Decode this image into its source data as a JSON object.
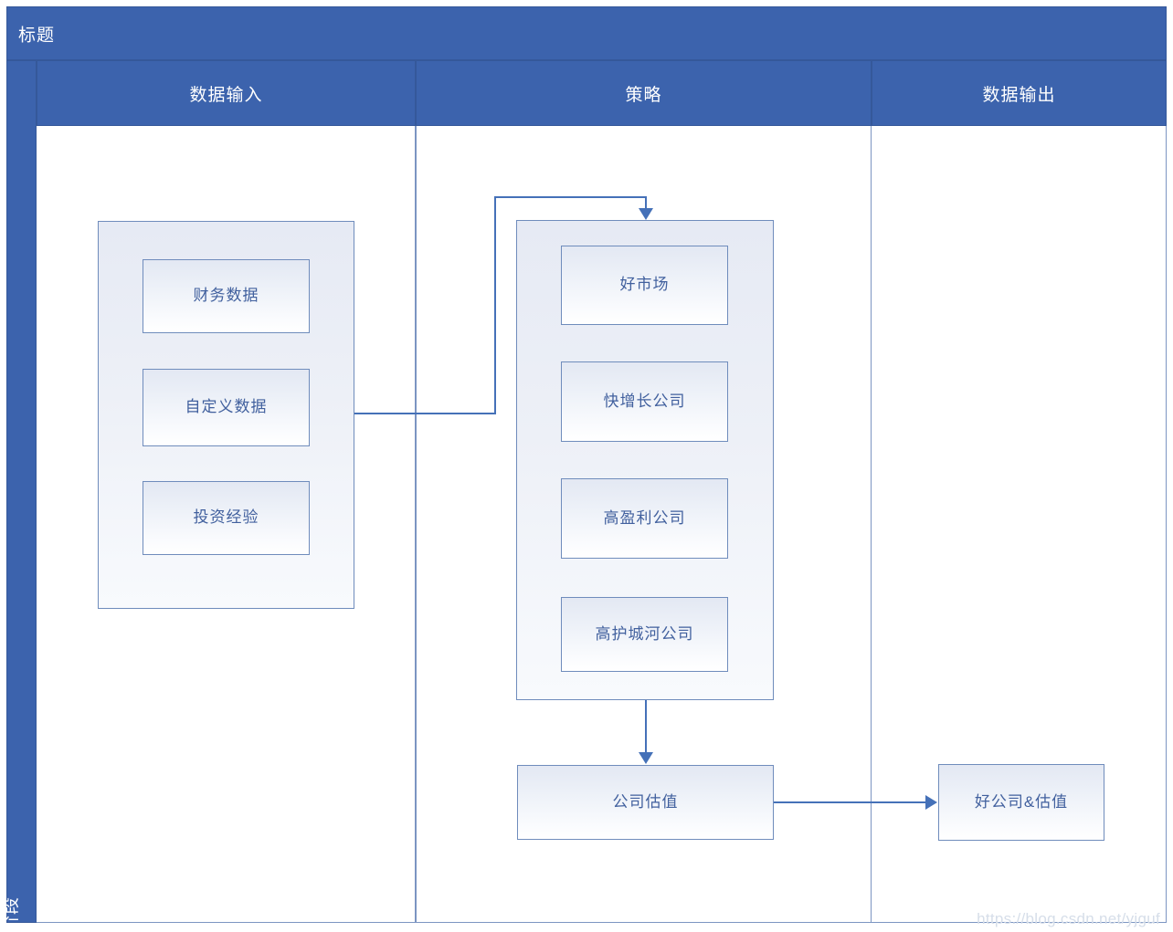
{
  "diagram": {
    "title": "标题",
    "phase_label": "阶段",
    "watermark": "https://blog.csdn.net/yjguf",
    "colors": {
      "header_blue": "#3C63AD",
      "header_border": "#35589A",
      "lane_border": "#7C95C2",
      "node_border": "#6F8CBC",
      "node_text": "#41609E",
      "connector": "#4571B8",
      "watermark_text": "#D6DEE9"
    },
    "lanes": [
      {
        "label": "数据输入"
      },
      {
        "label": "策略"
      },
      {
        "label": "数据输出"
      }
    ],
    "groups": [
      {
        "id": "group-data-input",
        "label": "",
        "lane": "数据输入"
      },
      {
        "id": "group-strategy",
        "label": "",
        "lane": "策略"
      }
    ],
    "nodes": [
      {
        "id": "node-financial-data",
        "label": "财务数据",
        "lane": "数据输入",
        "group": "group-data-input"
      },
      {
        "id": "node-custom-data",
        "label": "自定义数据",
        "lane": "数据输入",
        "group": "group-data-input"
      },
      {
        "id": "node-invest-exp",
        "label": "投资经验",
        "lane": "数据输入",
        "group": "group-data-input"
      },
      {
        "id": "node-good-market",
        "label": "好市场",
        "lane": "策略",
        "group": "group-strategy"
      },
      {
        "id": "node-fast-growth",
        "label": "快增长公司",
        "lane": "策略",
        "group": "group-strategy"
      },
      {
        "id": "node-high-profit",
        "label": "高盈利公司",
        "lane": "策略",
        "group": "group-strategy"
      },
      {
        "id": "node-wide-moat",
        "label": "高护城河公司",
        "lane": "策略",
        "group": "group-strategy"
      },
      {
        "id": "node-valuation",
        "label": "公司估值",
        "lane": "策略",
        "group": null
      },
      {
        "id": "node-good-company",
        "label": "好公司&估值",
        "lane": "数据输出",
        "group": null
      }
    ],
    "edges": [
      {
        "from": "group-data-input",
        "to": "group-strategy",
        "style": "elbow",
        "arrow": "down"
      },
      {
        "from": "group-strategy",
        "to": "node-valuation",
        "style": "straight",
        "arrow": "down"
      },
      {
        "from": "node-valuation",
        "to": "node-good-company",
        "style": "straight",
        "arrow": "right"
      }
    ]
  }
}
